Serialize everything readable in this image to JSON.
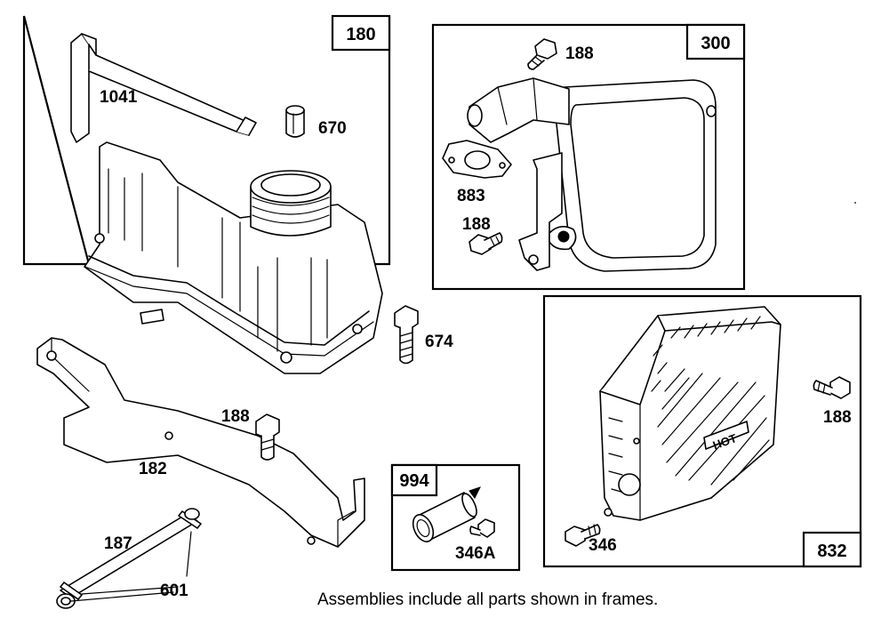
{
  "frames": {
    "f180": "180",
    "f300": "300",
    "f832": "832",
    "f994": "994"
  },
  "parts": {
    "p1041": "1041",
    "p670": "670",
    "p674": "674",
    "p188_a": "188",
    "p182": "182",
    "p187": "187",
    "p601": "601",
    "p188_b": "188",
    "p883": "883",
    "p188_c": "188",
    "p188_d": "188",
    "p346": "346",
    "p346A": "346A"
  },
  "shield_text": "HOT",
  "caption": "Assemblies include all parts shown in frames."
}
